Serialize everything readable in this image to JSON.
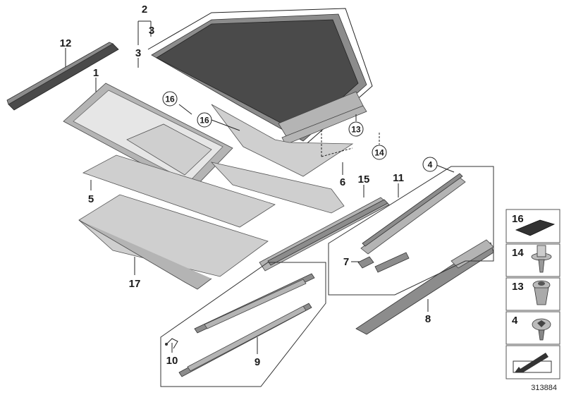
{
  "labels": {
    "p1": "1",
    "p2": "2",
    "p3a": "3",
    "p3b": "3",
    "p4": "4",
    "p5": "5",
    "p6": "6",
    "p7": "7",
    "p8": "8",
    "p9": "9",
    "p10": "10",
    "p11": "11",
    "p12": "12",
    "p13": "13",
    "p14": "14",
    "p15": "15",
    "p16a": "16",
    "p16b": "16",
    "p17": "17"
  },
  "legend": {
    "items": [
      {
        "number": "16",
        "icon": "foam-pad-icon"
      },
      {
        "number": "14",
        "icon": "expansion-rivet-icon"
      },
      {
        "number": "13",
        "icon": "push-clip-icon"
      },
      {
        "number": "4",
        "icon": "torx-screw-icon"
      }
    ],
    "arrow_icon": "view-direction-arrow-icon"
  },
  "document_number": "313884",
  "colors": {
    "part_dark": "#4a4a4a",
    "part_mid": "#8c8c8c",
    "part_light": "#b4b4b4",
    "line": "#222222"
  }
}
